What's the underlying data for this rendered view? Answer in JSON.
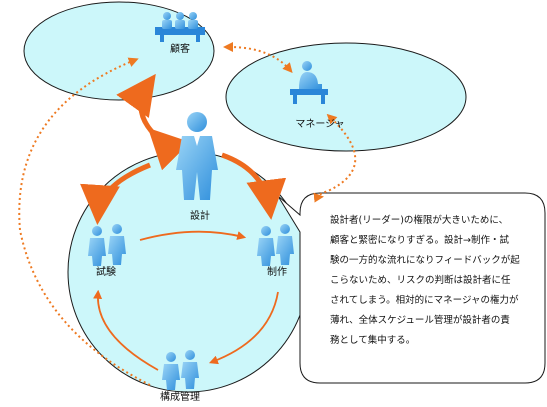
{
  "nodes": {
    "customer": "顧客",
    "manager": "マネージャ",
    "designer": "設計",
    "testing": "試験",
    "production": "制作",
    "config_mgmt": "構成管理"
  },
  "callout": {
    "lines": [
      "設計者(リーダー)の権限が大きいために、",
      "顧客と緊密になりすぎる。設計→制作・試",
      "験の一方的な流れになりフィードバックが起",
      "こらないため、リスクの判断は設計者に任",
      "されてしまう。相対的にマネージャの権力が",
      "薄れ、全体スケジュール管理が設計者の責",
      "務として集中する。"
    ]
  },
  "colors": {
    "ellipse_fill": "#ccf7fa",
    "ellipse_stroke": "#1a1a1a",
    "arrow_orange": "#ee6a1e",
    "dotted_orange": "#ee7a22",
    "person_blue": "#55aee8",
    "desk_blue": "#2a86d8"
  }
}
